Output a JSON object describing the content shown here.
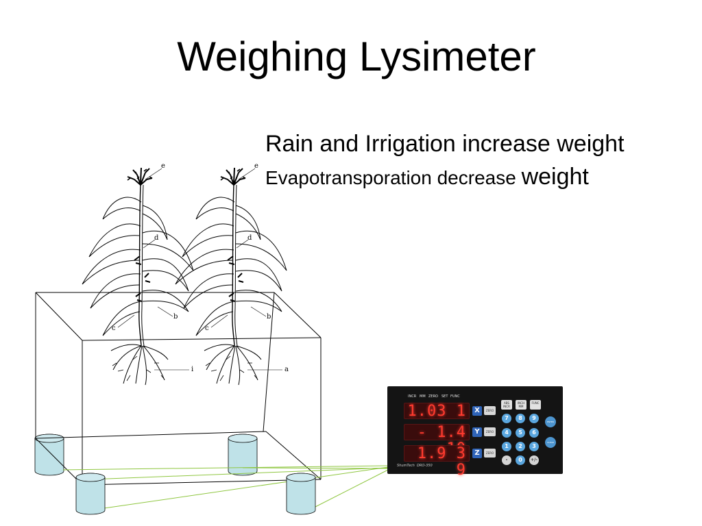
{
  "title": "Weighing Lysimeter",
  "captions": {
    "line1": "Rain and Irrigation increase weight",
    "line2_main": "Evapotransporation decrease ",
    "line2_end": "weight"
  },
  "plant_labels": {
    "tassel": "e",
    "stalk": "d",
    "leaf": "b",
    "brace_root": "c",
    "root_left": "i",
    "root_right": "a"
  },
  "colors": {
    "box_line": "#000000",
    "load_cell_fill": "#bfe2e8",
    "cable": "#8ec63f",
    "display_bg": "#141414",
    "lcd_digits": "#ff3b2f",
    "axis_button": "#2f64b8",
    "keypad": "#5aa6de"
  },
  "readout": {
    "top_labels": [
      "INCR",
      "MM",
      "ZERO",
      "SET",
      "FUNC"
    ],
    "rows": [
      {
        "axis": "X",
        "value": "1.03 1",
        "zero_label": "ZERO"
      },
      {
        "axis": "Y",
        "value": "- 1.4 10",
        "zero_label": "ZERO"
      },
      {
        "axis": "Z",
        "value": "1.9 3 9",
        "zero_label": "ZERO"
      }
    ],
    "function_buttons": [
      {
        "line1": "ABS",
        "line2": "INCR"
      },
      {
        "line1": "INCH",
        "line2": "MM"
      },
      {
        "line1": "FUNC",
        "line2": ""
      }
    ],
    "keypad": [
      "7",
      "8",
      "9",
      "4",
      "5",
      "6",
      "1",
      "2",
      "3",
      "·",
      "0",
      "+/-"
    ],
    "side_keys": [
      "ENTER",
      "CLEAR"
    ],
    "brand": "ShumTech",
    "model": "DRO-350"
  },
  "icons": {
    "plants": "corn-plant-icon",
    "load_cells": "load-cell-cylinder-icon"
  }
}
